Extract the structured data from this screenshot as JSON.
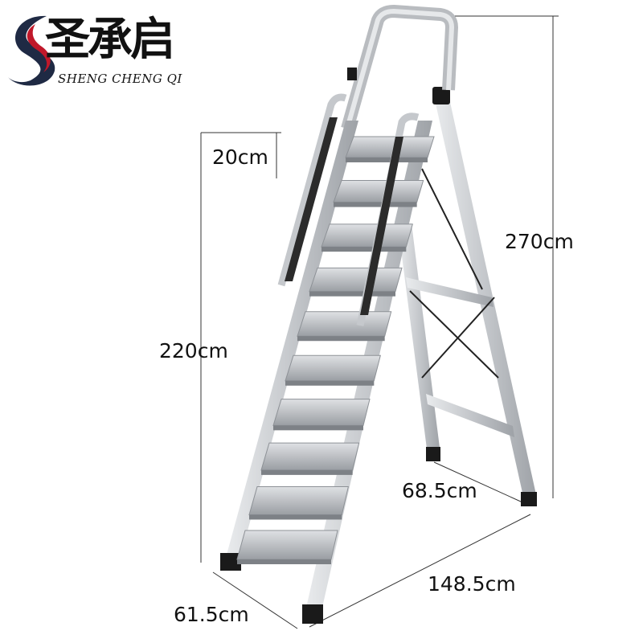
{
  "brand": {
    "name_cn": "圣承启",
    "name_en": "SHENG CHENG QI",
    "logo_colors": {
      "navy": "#1f2a44",
      "red": "#c0182a"
    }
  },
  "product": {
    "type": "folding step ladder with handrails",
    "steps": 10,
    "material_color": "#c9ccd0"
  },
  "dimensions": {
    "top_step_gap": "20cm",
    "working_height": "220cm",
    "total_height": "270cm",
    "rear_base_width": "68.5cm",
    "footprint_depth": "148.5cm",
    "front_width": "61.5cm"
  }
}
